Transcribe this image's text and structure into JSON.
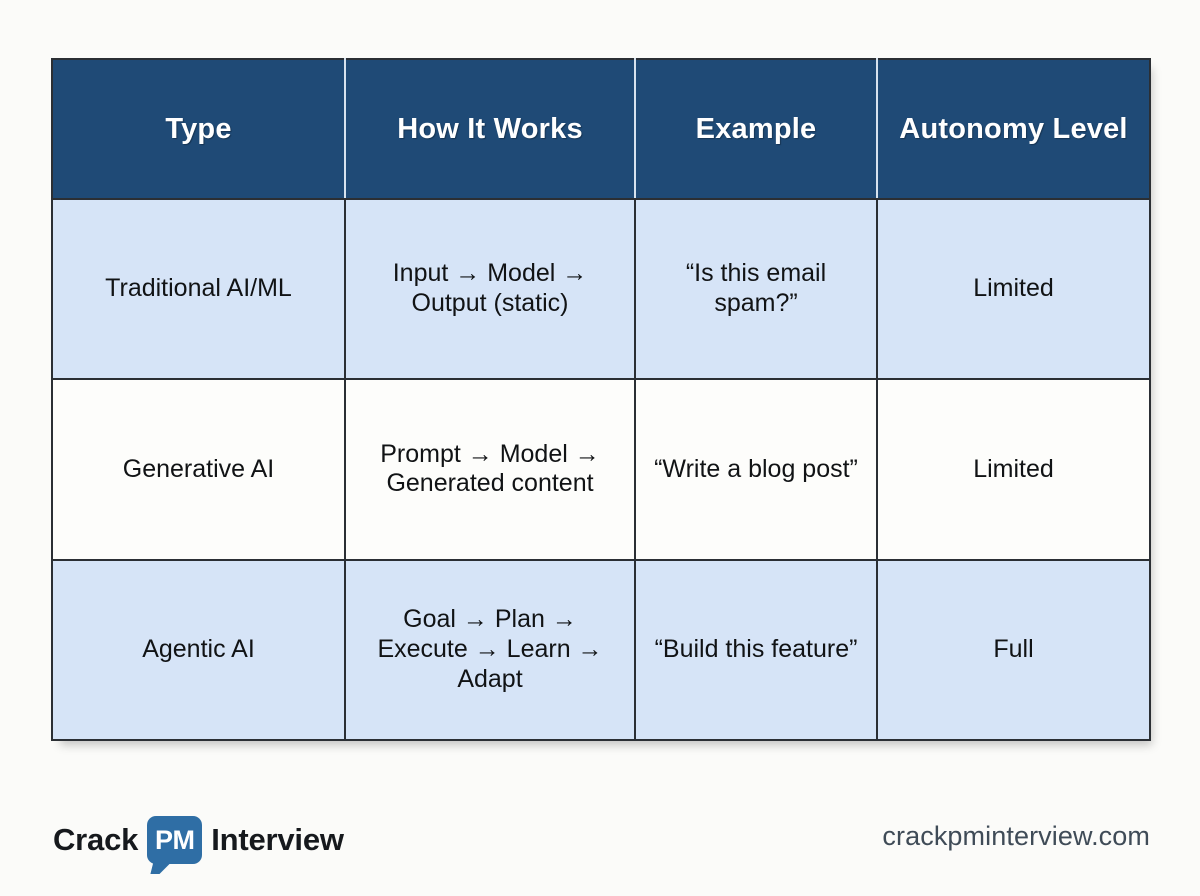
{
  "table": {
    "columns": [
      "Type",
      "How It Works",
      "Example",
      "Autonomy Level"
    ],
    "rows": [
      {
        "type": "Traditional AI/ML",
        "how_it_works": "Input → Model → Output (static)",
        "example": "“Is this email spam?”",
        "autonomy": "Limited"
      },
      {
        "type": "Generative AI",
        "how_it_works": "Prompt → Model → Generated content",
        "example": "“Write a blog post”",
        "autonomy": "Limited"
      },
      {
        "type": "Agentic AI",
        "how_it_works": "Goal → Plan → Execute → Learn → Adapt",
        "example": "“Build this feature”",
        "autonomy": "Full"
      }
    ]
  },
  "footer": {
    "brand_lead": "Crack",
    "brand_badge": "PM",
    "brand_tail": "Interview",
    "site_url": "crackpminterview.com"
  },
  "colors": {
    "header_bg": "#1f4a76",
    "header_text": "#ffffff",
    "row_shaded_bg": "#d6e4f7",
    "row_plain_bg": "#fdfdfb",
    "border": "#2b2f34",
    "page_bg": "#fbfbf9",
    "badge_blue": "#2f6ea5",
    "url_text": "#3f4b57"
  }
}
